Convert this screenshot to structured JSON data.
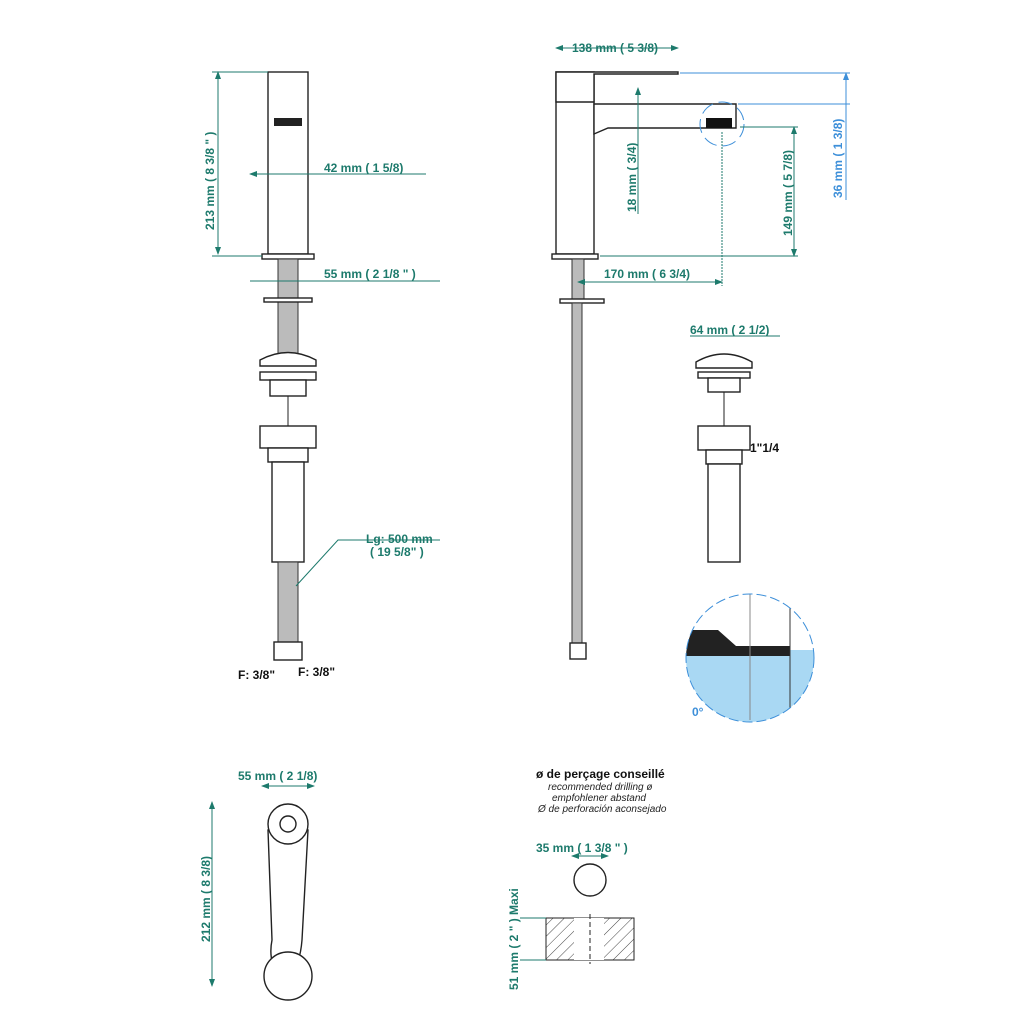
{
  "front_view": {
    "height": "213 mm ( 8 3/8 \" )",
    "body_diameter": "42 mm ( 1 5/8)",
    "base_diameter": "55 mm ( 2 1/8 \" )",
    "hose_length_1": "Lg: 500 mm",
    "hose_length_2": "( 19 5/8\" )",
    "connector_left": "F: 3/8\"",
    "connector_right": "F: 3/8\""
  },
  "side_view": {
    "handle_length": "138 mm ( 5 3/8)",
    "spout_thickness": "18 mm ( 3/4)",
    "spout_height": "149 mm ( 5 7/8)",
    "handle_offset": "36 mm ( 1 3/8)",
    "spout_reach": "170 mm ( 6 3/4)"
  },
  "drain": {
    "diameter": "64 mm ( 2 1/2)",
    "thread": "1\"1/4"
  },
  "detail": {
    "angle": "0°"
  },
  "top_view": {
    "base_diameter": "55 mm ( 2 1/8)",
    "length": "212 mm ( 8 3/8)"
  },
  "drilling": {
    "title": "ø de perçage conseillé",
    "en": "recommended drilling ø",
    "de": "empfohlener abstand",
    "es": "Ø de perforación aconsejado",
    "diameter": "35 mm ( 1 3/8 \" )",
    "max_thickness": "51 mm ( 2 \" ) Maxi"
  },
  "colors": {
    "dimension": "#1d7a6c",
    "detail": "#3d8fd9"
  }
}
